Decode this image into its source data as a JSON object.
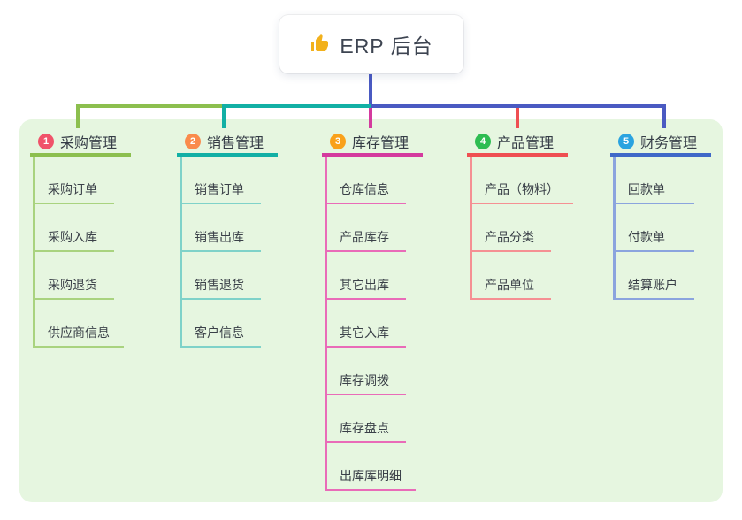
{
  "root": {
    "icon": "thumbs-up",
    "label": "ERP 后台"
  },
  "branches": [
    {
      "badge": "1",
      "label": "采购管理",
      "badge_color": "#f0536a",
      "line_color": "#8cbf4e",
      "child_line_color": "#a9d37f",
      "children": [
        "采购订单",
        "采购入库",
        "采购退货",
        "供应商信息"
      ]
    },
    {
      "badge": "2",
      "label": "销售管理",
      "badge_color": "#fa8b4c",
      "line_color": "#12b0a5",
      "child_line_color": "#7fd2c9",
      "children": [
        "销售订单",
        "销售出库",
        "销售退货",
        "客户信息"
      ]
    },
    {
      "badge": "3",
      "label": "库存管理",
      "badge_color": "#f9a11b",
      "line_color": "#d43a9e",
      "child_line_color": "#e96bb8",
      "children": [
        "仓库信息",
        "产品库存",
        "其它出库",
        "其它入库",
        "库存调拨",
        "库存盘点",
        "出库库明细"
      ]
    },
    {
      "badge": "4",
      "label": "产品管理",
      "badge_color": "#2ebd52",
      "line_color": "#ef4f52",
      "child_line_color": "#f59093",
      "children": [
        "产品（物料）",
        "产品分类",
        "产品单位"
      ]
    },
    {
      "badge": "5",
      "label": "财务管理",
      "badge_color": "#2aa3e0",
      "line_color": "#3f68c8",
      "child_line_color": "#8ba4de",
      "children": [
        "回款单",
        "付款单",
        "结算账户"
      ]
    }
  ],
  "connectors": {
    "root_color": "#4a5ac2",
    "bus_left_color": "#8cbf4e",
    "bus_mid_color": "#12b0a5",
    "bus_right_color": "#4a5ac2"
  },
  "panel": {
    "background": "#e6f6e0"
  }
}
